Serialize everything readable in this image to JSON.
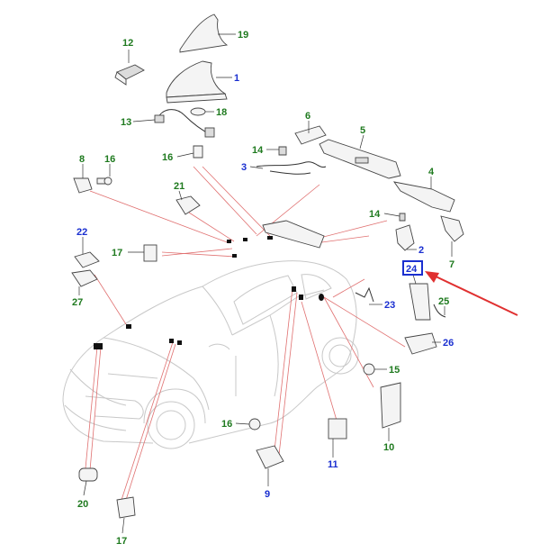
{
  "colors": {
    "green_label": "#1f7a1f",
    "blue_label": "#1a2fd0",
    "callout_red": "#e03030",
    "highlight_box": "#1a2fd0"
  },
  "callouts": [
    {
      "id": "c19",
      "text": "19",
      "color": "green"
    },
    {
      "id": "c12",
      "text": "12",
      "color": "green"
    },
    {
      "id": "c1",
      "text": "1",
      "color": "blue"
    },
    {
      "id": "c18",
      "text": "18",
      "color": "green"
    },
    {
      "id": "c13",
      "text": "13",
      "color": "green"
    },
    {
      "id": "c6",
      "text": "6",
      "color": "green"
    },
    {
      "id": "c5",
      "text": "5",
      "color": "green"
    },
    {
      "id": "c14a",
      "text": "14",
      "color": "green"
    },
    {
      "id": "c3",
      "text": "3",
      "color": "blue"
    },
    {
      "id": "c8",
      "text": "8",
      "color": "green"
    },
    {
      "id": "c16a",
      "text": "16",
      "color": "green"
    },
    {
      "id": "c16b",
      "text": "16",
      "color": "green"
    },
    {
      "id": "c4",
      "text": "4",
      "color": "green"
    },
    {
      "id": "c21",
      "text": "21",
      "color": "green"
    },
    {
      "id": "c14b",
      "text": "14",
      "color": "green"
    },
    {
      "id": "c2",
      "text": "2",
      "color": "blue"
    },
    {
      "id": "c22",
      "text": "22",
      "color": "blue"
    },
    {
      "id": "c7",
      "text": "7",
      "color": "green"
    },
    {
      "id": "c17a",
      "text": "17",
      "color": "green"
    },
    {
      "id": "c24",
      "text": "24",
      "color": "blue",
      "highlighted": true
    },
    {
      "id": "c27",
      "text": "27",
      "color": "green"
    },
    {
      "id": "c25",
      "text": "25",
      "color": "green"
    },
    {
      "id": "c23",
      "text": "23",
      "color": "blue"
    },
    {
      "id": "c26",
      "text": "26",
      "color": "blue"
    },
    {
      "id": "c15",
      "text": "15",
      "color": "green"
    },
    {
      "id": "c16c",
      "text": "16",
      "color": "green"
    },
    {
      "id": "c10",
      "text": "10",
      "color": "green"
    },
    {
      "id": "c11",
      "text": "11",
      "color": "blue"
    },
    {
      "id": "c9",
      "text": "9",
      "color": "blue"
    },
    {
      "id": "c20",
      "text": "20",
      "color": "green"
    },
    {
      "id": "c17b",
      "text": "17",
      "color": "green"
    }
  ]
}
